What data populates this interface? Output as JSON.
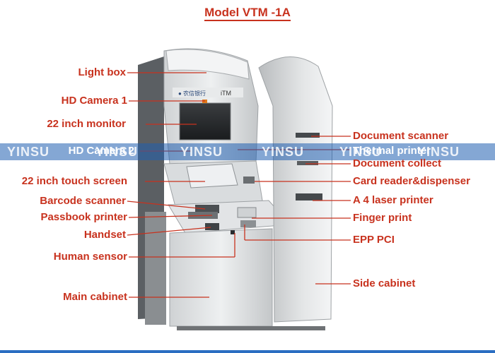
{
  "title": "Model  VTM -1A",
  "watermark": "YINSU",
  "labels_left": [
    {
      "id": "light-box",
      "text": "Light box"
    },
    {
      "id": "hd-camera-1",
      "text": "HD Camera 1"
    },
    {
      "id": "monitor-22",
      "text": "22 inch monitor"
    },
    {
      "id": "hd-camera-2",
      "text": "HD Camera 2"
    },
    {
      "id": "touch-screen",
      "text": "22  inch touch screen"
    },
    {
      "id": "barcode-scanner",
      "text": "Barcode scanner"
    },
    {
      "id": "passbook-printer",
      "text": "Passbook printer"
    },
    {
      "id": "handset",
      "text": "Handset"
    },
    {
      "id": "human-sensor",
      "text": "Human sensor"
    },
    {
      "id": "main-cabinet",
      "text": "Main cabinet"
    }
  ],
  "labels_right": [
    {
      "id": "document-scanner",
      "text": "Document scanner"
    },
    {
      "id": "thermal-printer",
      "text": "Thermal printer"
    },
    {
      "id": "document-collect",
      "text": "Document collect"
    },
    {
      "id": "card-reader",
      "text": "Card reader&dispenser"
    },
    {
      "id": "laser-printer",
      "text": "A 4 laser printer"
    },
    {
      "id": "finger-print",
      "text": "Finger print"
    },
    {
      "id": "epp-pci",
      "text": "EPP  PCI"
    },
    {
      "id": "side-cabinet",
      "text": "Side cabinet"
    }
  ],
  "colors": {
    "label": "#c8321e",
    "leader": "#c8321e",
    "watermark_band": "#1f5fb0",
    "bottom_bar": "#2a6ec2"
  },
  "screen_logo": "iTM"
}
